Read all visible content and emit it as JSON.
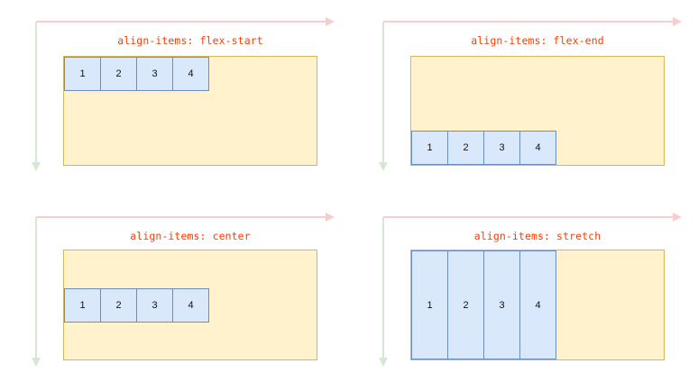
{
  "panels": [
    {
      "title": "align-items: flex-start",
      "items": [
        "1",
        "2",
        "3",
        "4"
      ]
    },
    {
      "title": "align-items: flex-end",
      "items": [
        "1",
        "2",
        "3",
        "4"
      ]
    },
    {
      "title": "align-items: center",
      "items": [
        "1",
        "2",
        "3",
        "4"
      ]
    },
    {
      "title": "align-items: stretch",
      "items": [
        "1",
        "2",
        "3",
        "4"
      ]
    }
  ],
  "colors": {
    "title_text": "#ff3b00",
    "container_fill": "#fff2cc",
    "container_border": "#d6b656",
    "item_fill": "#dae8fc",
    "item_border": "#6c8ebf",
    "main_axis_arrow": "#f8cecc",
    "cross_axis_arrow": "#d5e8d4"
  }
}
